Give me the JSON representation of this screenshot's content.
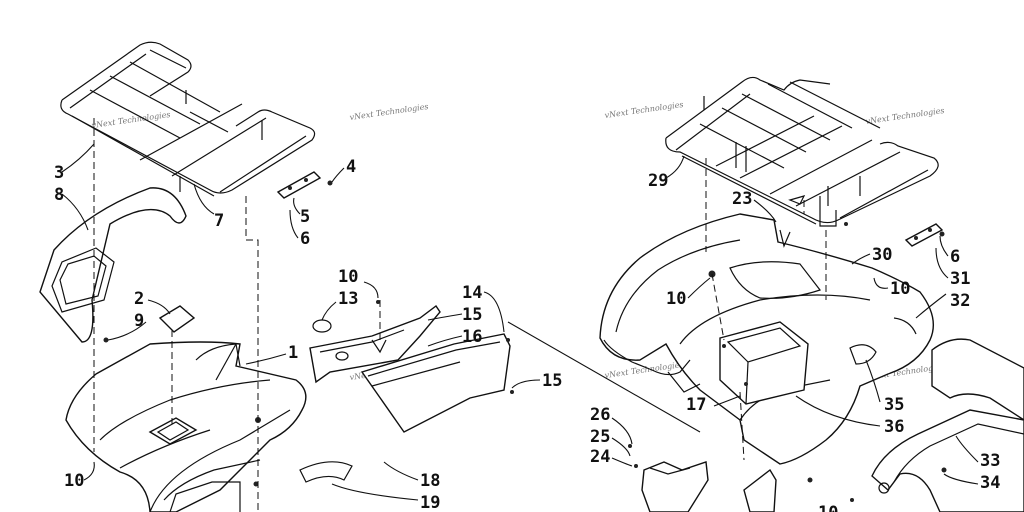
{
  "callouts": {
    "c1": "1",
    "c2": "2",
    "c3": "3",
    "c4": "4",
    "c5": "5",
    "c6": "6",
    "c7": "7",
    "c8": "8",
    "c9": "9",
    "c10": "10",
    "c13": "13",
    "c14": "14",
    "c15": "15",
    "c16": "16",
    "c17": "17",
    "c18": "18",
    "c19": "19",
    "c23": "23",
    "c24": "24",
    "c25": "25",
    "c26": "26",
    "c29": "29",
    "c30": "30",
    "c31": "31",
    "c32": "32",
    "c33": "33",
    "c34": "34",
    "c35": "35",
    "c36": "36"
  },
  "watermark": "vNext Technologies"
}
